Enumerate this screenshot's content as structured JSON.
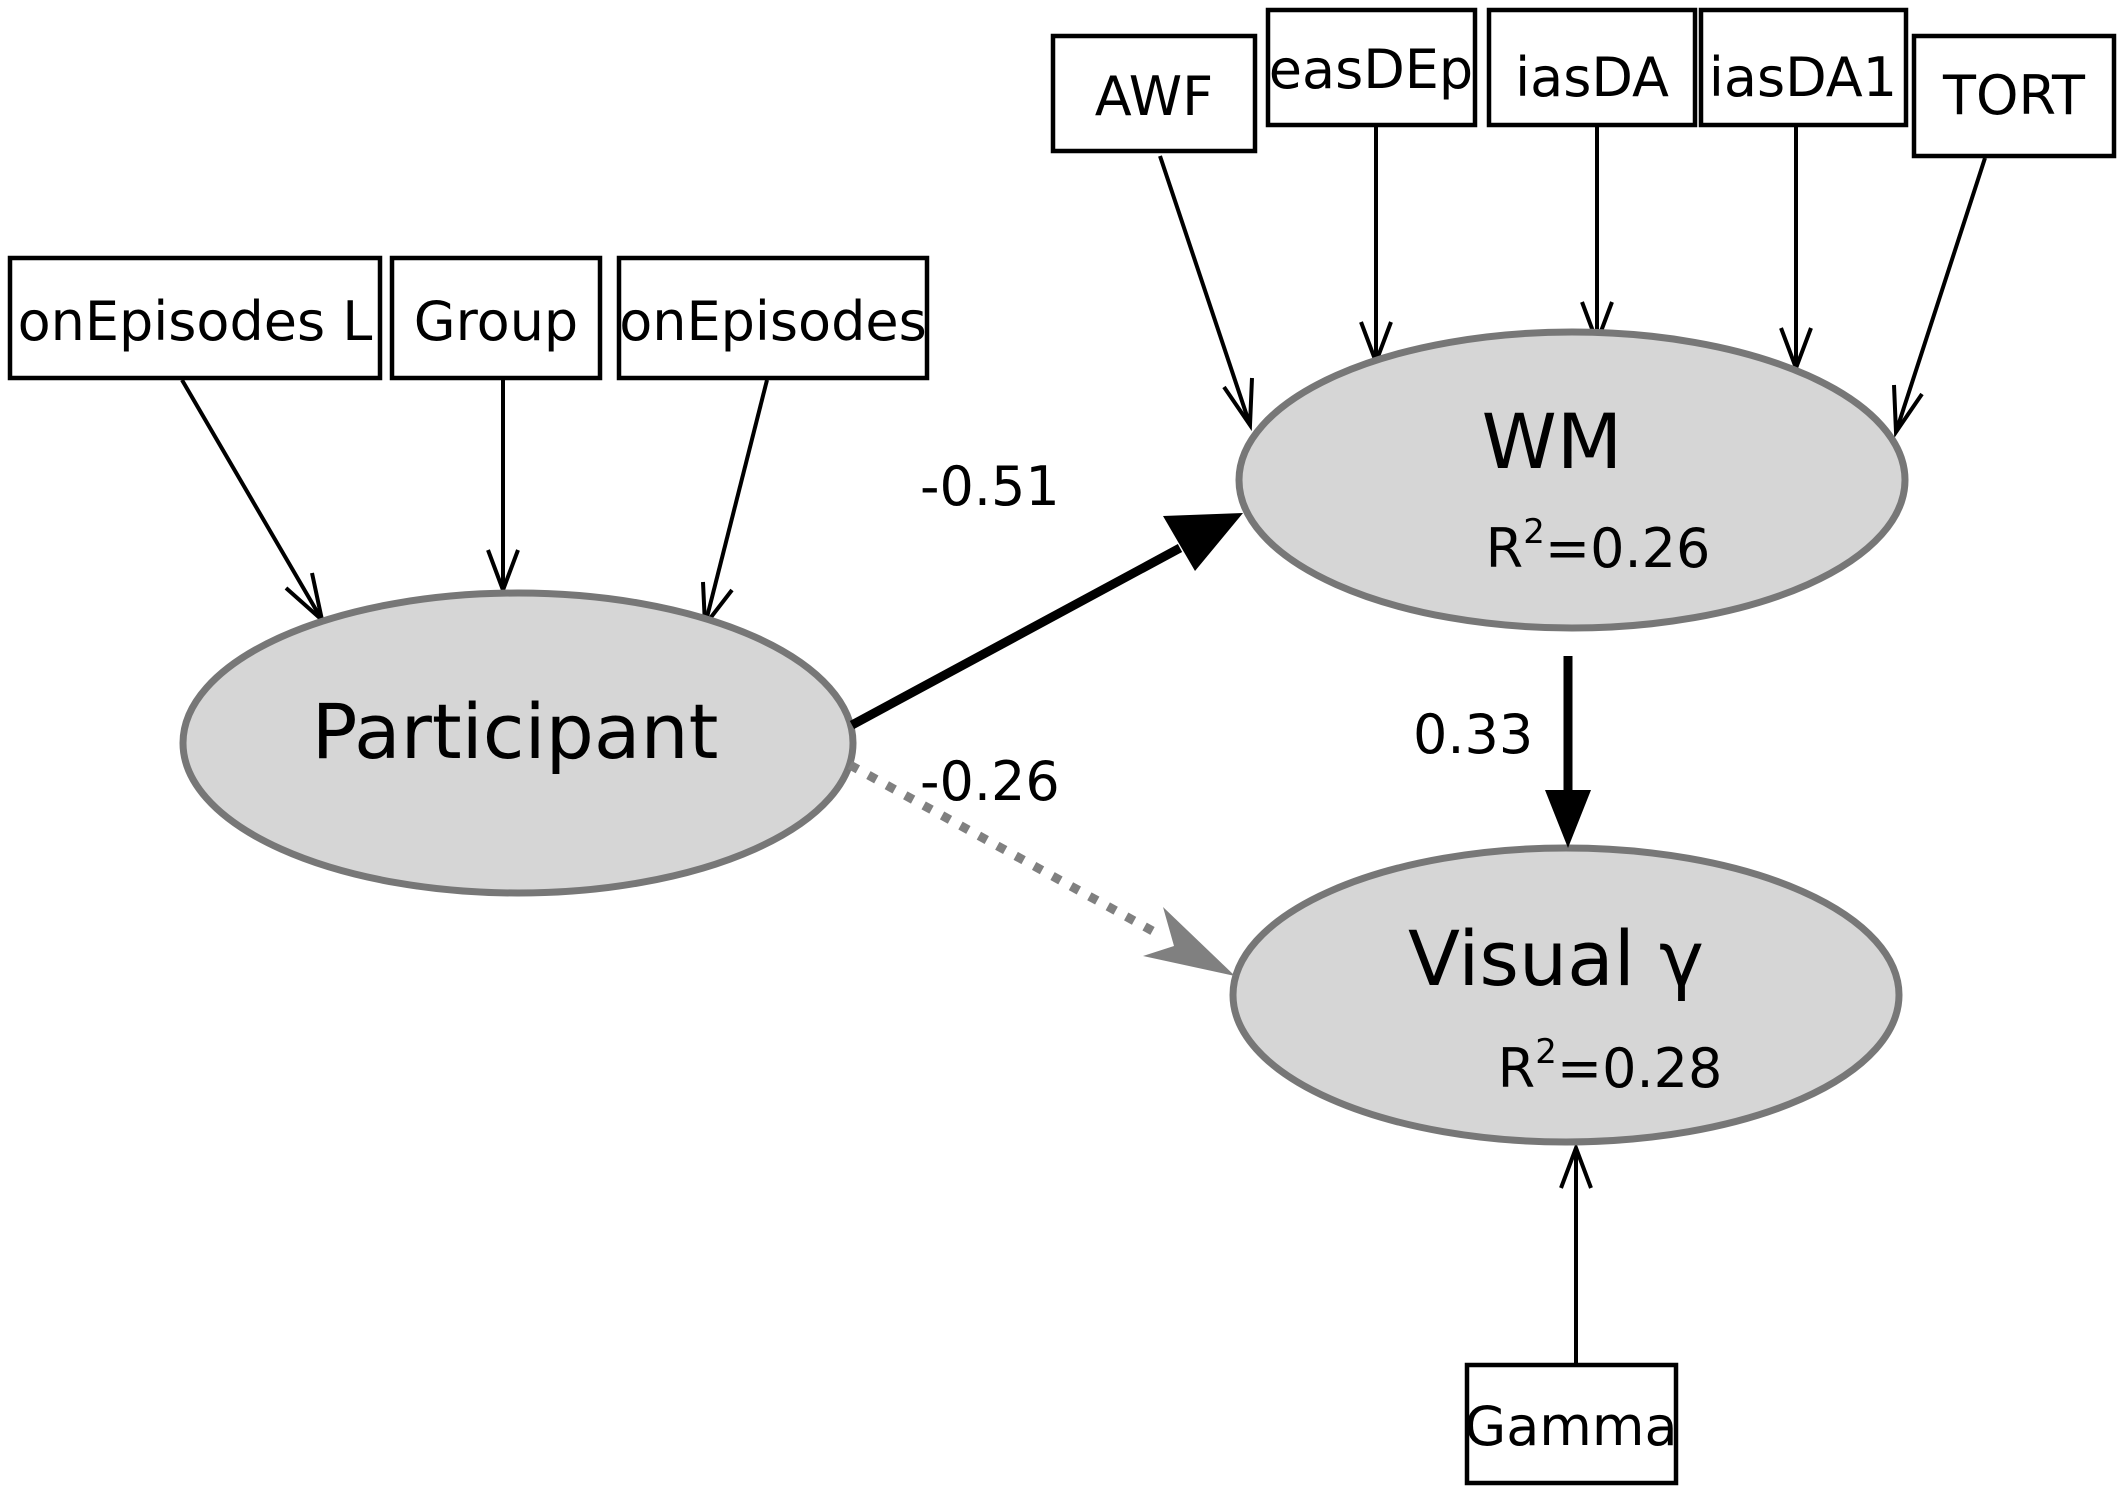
{
  "indicators": {
    "participant": [
      "onEpisodes L",
      "Group",
      "onEpisodes"
    ],
    "wm": [
      "AWF",
      "easDEp",
      "iasDA",
      "iasDA1",
      "TORT"
    ],
    "visual": [
      "Gamma"
    ]
  },
  "nodes": {
    "participant": {
      "title": "Participant"
    },
    "wm": {
      "title": "WM",
      "r2_label": "R",
      "r2_sup": "2",
      "r2_value": "=0.26"
    },
    "visual": {
      "title": "Visual γ",
      "r2_label": "R",
      "r2_sup": "2",
      "r2_value": "=0.28"
    }
  },
  "paths": {
    "participant_to_wm": {
      "coef": "-0.51",
      "style": "solid-bold"
    },
    "participant_to_visual": {
      "coef": "-0.26",
      "style": "dotted-gray"
    },
    "wm_to_visual": {
      "coef": "0.33",
      "style": "solid-bold"
    }
  },
  "colors": {
    "node_fill": "#d6d6d6",
    "node_stroke": "#777777",
    "dotted_path": "#808080",
    "line": "#000000"
  }
}
